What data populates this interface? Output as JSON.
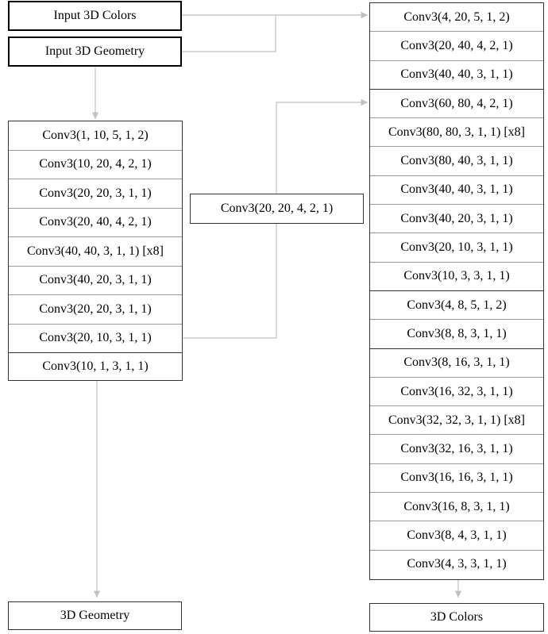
{
  "inputs": {
    "colors": "Input 3D Colors",
    "geometry": "Input 3D Geometry"
  },
  "geometry_net": {
    "layers": [
      "Conv3(1, 10, 5, 1, 2)",
      "Conv3(10, 20, 4, 2, 1)",
      "Conv3(20, 20, 3, 1, 1)",
      "Conv3(20, 40, 4, 2, 1)",
      "Conv3(40, 40, 3, 1, 1) [x8]",
      "Conv3(40, 20, 3, 1, 1)",
      "Conv3(20, 20, 3, 1, 1)",
      "Conv3(20, 10, 3, 1, 1)",
      "Conv3(10, 1, 3, 1, 1)"
    ]
  },
  "bridge": {
    "label": "Conv3(20, 20, 4, 2, 1)"
  },
  "color_net": {
    "layers": [
      "Conv3(4, 20, 5, 1, 2)",
      "Conv3(20, 40, 4, 2, 1)",
      "Conv3(40, 40, 3, 1, 1)",
      "Conv3(60, 80, 4, 2, 1)",
      "Conv3(80, 80, 3, 1, 1) [x8]",
      "Conv3(80, 40, 3, 1, 1)",
      "Conv3(40, 40, 3, 1, 1)",
      "Conv3(40, 20, 3, 1, 1)",
      "Conv3(20, 10, 3, 1, 1)",
      "Conv3(10, 3, 3, 1, 1)",
      "Conv3(4, 8, 5, 1, 2)",
      "Conv3(8, 8, 3, 1, 1)",
      "Conv3(8, 16, 3, 1, 1)",
      "Conv3(16, 32, 3, 1, 1)",
      "Conv3(32, 32, 3, 1, 1) [x8]",
      "Conv3(32, 16, 3, 1, 1)",
      "Conv3(16, 16, 3, 1, 1)",
      "Conv3(16, 8, 3, 1, 1)",
      "Conv3(8, 4, 3, 1, 1)",
      "Conv3(4, 3, 3, 1, 1)"
    ]
  },
  "outputs": {
    "geometry": "3D Geometry",
    "colors": "3D Colors"
  },
  "colors": {
    "connector": "#c0c0c0",
    "border": "#333333"
  }
}
